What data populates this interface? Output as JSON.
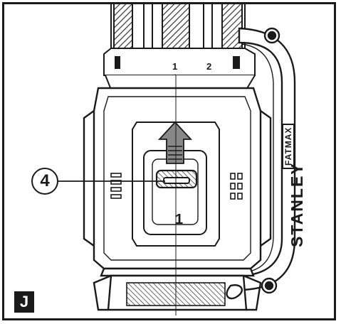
{
  "figure": {
    "panel_label": "J",
    "callout_number": "4",
    "brand_name": "STANLEY",
    "sub_brand": "FATMAX",
    "slot_number": "1",
    "ring_marks": [
      "1",
      "2"
    ],
    "line_color": "#1a1a1a",
    "fill_color": "#ffffff",
    "arrow_fill": "#888888",
    "hatch_color": "#333333"
  }
}
